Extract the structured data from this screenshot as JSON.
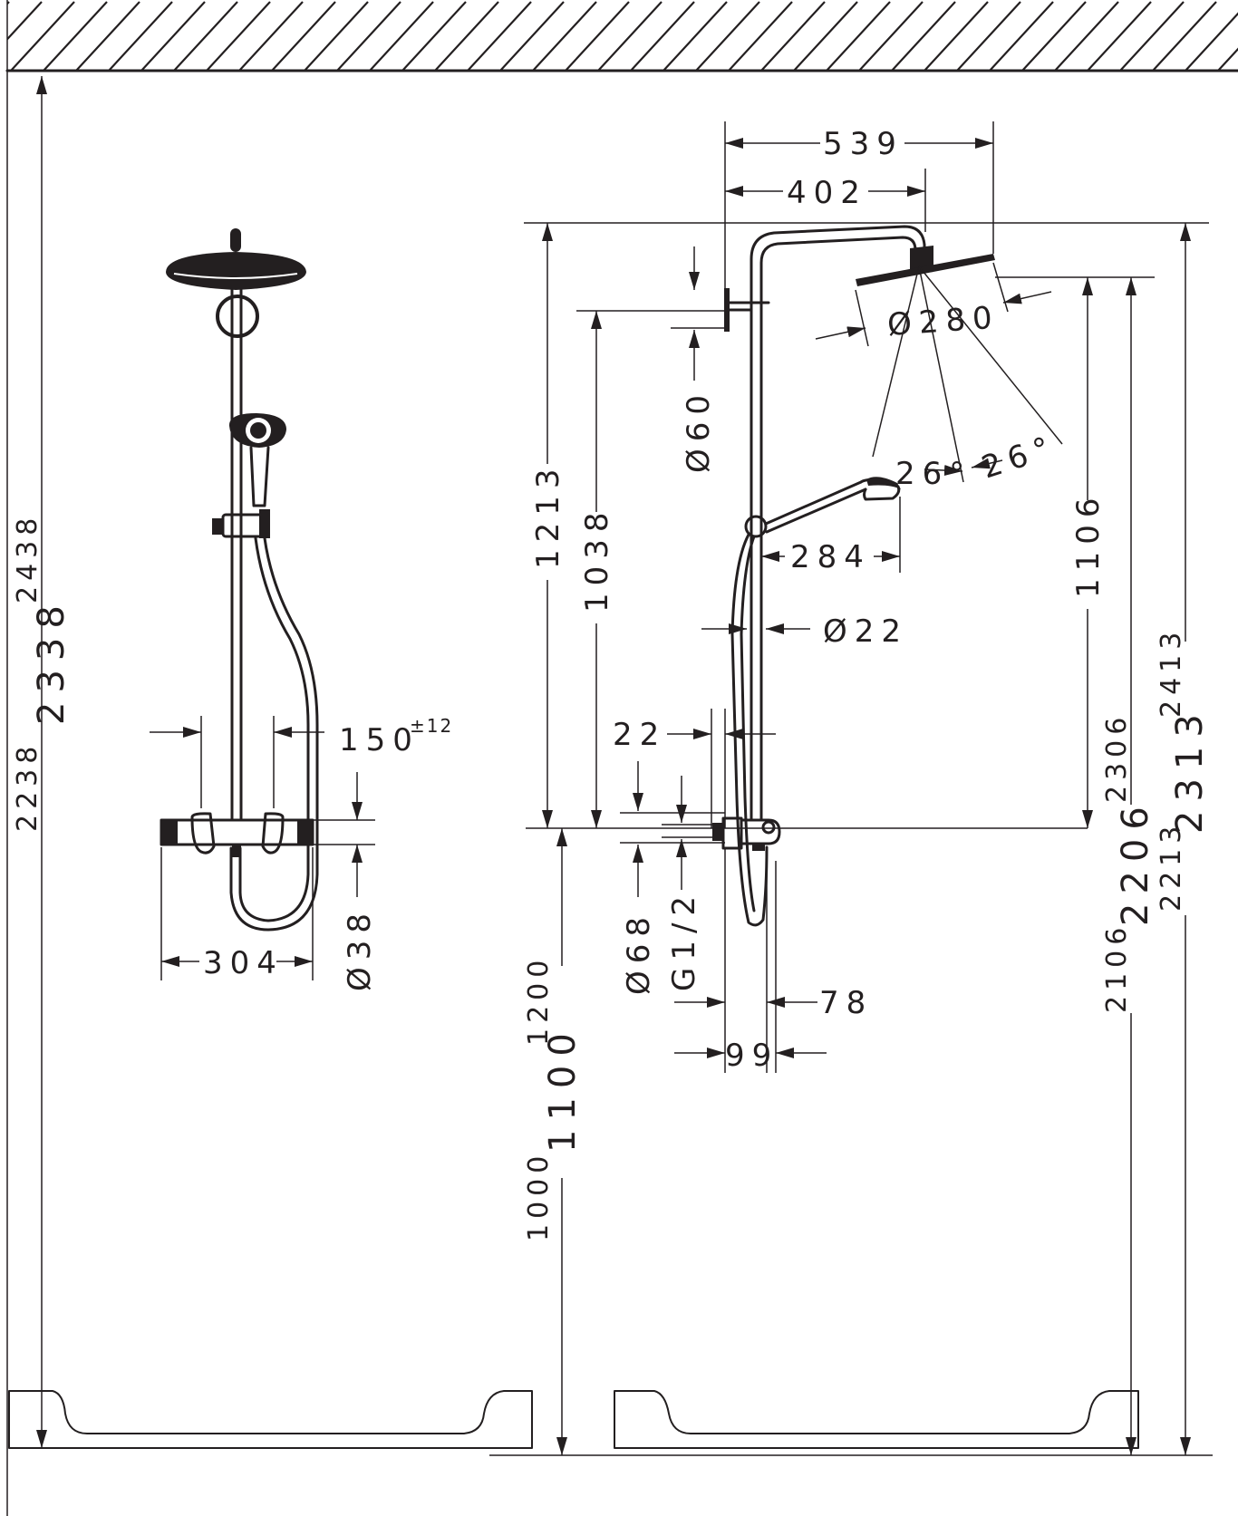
{
  "front_view": {
    "height_2438": "2438",
    "height_2338": "2338",
    "height_2238": "2238",
    "spacing_150": "150",
    "spacing_tolerance": "±12",
    "width_304": "304",
    "diameter_38": "Ø38"
  },
  "side_view": {
    "projection_539": "539",
    "projection_402": "402",
    "head_diameter": "Ø280",
    "spray_angle_1": "26°",
    "spray_angle_2": "26°",
    "hand_shower_284": "284",
    "rail_diameter": "Ø22",
    "pipe_diameter_60": "Ø60",
    "height_1213": "1213",
    "height_1038": "1038",
    "height_1106": "1106",
    "offset_22": "22",
    "diameter_68": "Ø68",
    "thread": "G1/2",
    "depth_78": "78",
    "depth_99": "99",
    "install_1200": "1200",
    "install_1100": "1100",
    "install_1000": "1000",
    "total_2306": "2306",
    "total_2206": "2206",
    "total_2106": "2106",
    "total_2413": "2413",
    "total_2313": "2313",
    "total_2213": "2213"
  }
}
